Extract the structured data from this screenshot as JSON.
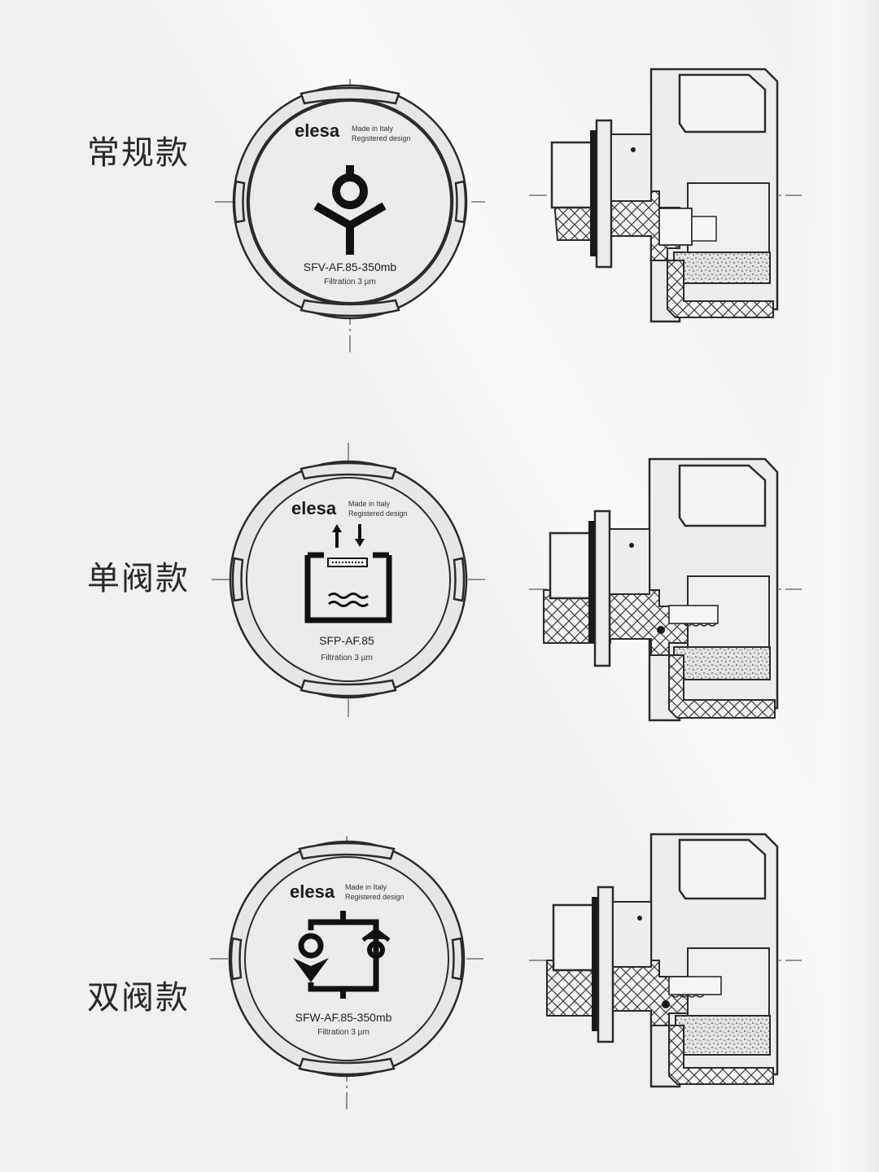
{
  "variants": [
    {
      "label": "常规款",
      "brand": "elesa",
      "made_in": "Made in Italy",
      "registered": "Registered design",
      "model": "SFV-AF.85-350mb",
      "filtration": "Filtration 3 µm",
      "symbol": "single-valve-icon"
    },
    {
      "label": "单阀款",
      "brand": "elesa",
      "made_in": "Made in Italy",
      "registered": "Registered design",
      "model": "SFP-AF.85",
      "filtration": "Filtration 3 µm",
      "symbol": "tank-vent-icon"
    },
    {
      "label": "双阀款",
      "brand": "elesa",
      "made_in": "Made in Italy",
      "registered": "Registered design",
      "model": "SFW-AF.85-350mb",
      "filtration": "Filtration 3 µm",
      "symbol": "double-valve-icon"
    }
  ],
  "colors": {
    "background": "#f2f2f1",
    "outline": "#2b2b2b",
    "cap_fill": "#e9e9e8",
    "filter_fill": "#d9d9d9"
  }
}
